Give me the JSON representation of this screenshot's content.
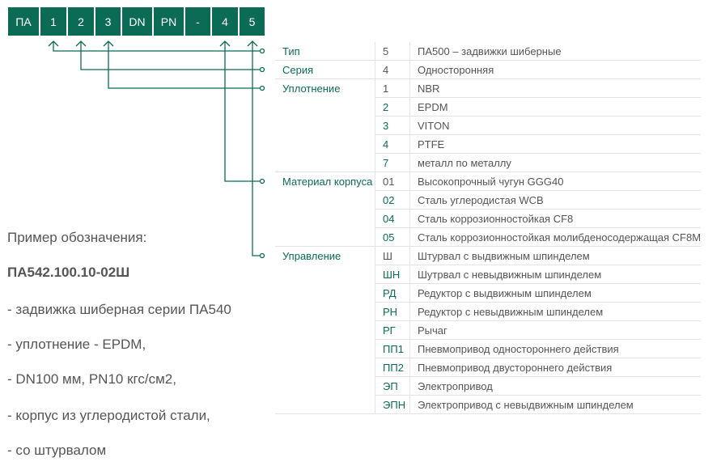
{
  "code_boxes": [
    "ПА",
    "1",
    "2",
    "3",
    "DN",
    "PN",
    "-",
    "4",
    "5"
  ],
  "groups": [
    {
      "label": "Тип",
      "rows": [
        {
          "code": "5",
          "text": "ПА500 – задвижки шиберные"
        }
      ]
    },
    {
      "label": "Серия",
      "rows": [
        {
          "code": "4",
          "text": "Односторонняя"
        }
      ]
    },
    {
      "label": "Уплотнение",
      "rows": [
        {
          "code": "1",
          "text": "NBR"
        },
        {
          "code": "2",
          "text": "EPDM"
        },
        {
          "code": "3",
          "text": "VITON"
        },
        {
          "code": "4",
          "text": "PTFE"
        },
        {
          "code": "7",
          "text": "металл по металлу"
        }
      ]
    },
    {
      "label": "Материал корпуса",
      "rows": [
        {
          "code": "01",
          "text": "Высокопрочный чугун GGG40"
        },
        {
          "code": "02",
          "text": "Сталь углеродистая WCB"
        },
        {
          "code": "04",
          "text": "Сталь коррозионностойкая CF8"
        },
        {
          "code": "05",
          "text": "Сталь коррозионностойкая молибденосодержащая CF8M"
        }
      ]
    },
    {
      "label": "Управление",
      "rows": [
        {
          "code": "Ш",
          "text": "Штурвал с выдвижным шпинделем"
        },
        {
          "code": "ШН",
          "text": "Шутрвал с невыдвижным шпинделем"
        },
        {
          "code": "РД",
          "text": "Редуктор с выдвижным шпинделем"
        },
        {
          "code": "РН",
          "text": "Редуктор с невыдвижным шпинделем"
        },
        {
          "code": "РГ",
          "text": "Рычаг"
        },
        {
          "code": "ПП1",
          "text": "Пневмопривод одностороннего действия"
        },
        {
          "code": "ПП2",
          "text": "Пневмопривод двустороннего действия"
        },
        {
          "code": "ЭП",
          "text": "Электропривод"
        },
        {
          "code": "ЭПН",
          "text": "Электропривод с невыдвижным шпинделем"
        }
      ]
    }
  ],
  "example": {
    "heading": "Пример обозначения:",
    "code": "ПА542.100.10-02Ш",
    "lines": [
      "- задвижка шиберная серии ПА540",
      "- уплотнение - EPDM,",
      "- DN100 мм, PN10 кгс/см2,",
      "- корпус из углеродистой стали,",
      "- со штурвалом"
    ]
  },
  "colors": {
    "accent": "#0b6b55",
    "text": "#555555"
  }
}
